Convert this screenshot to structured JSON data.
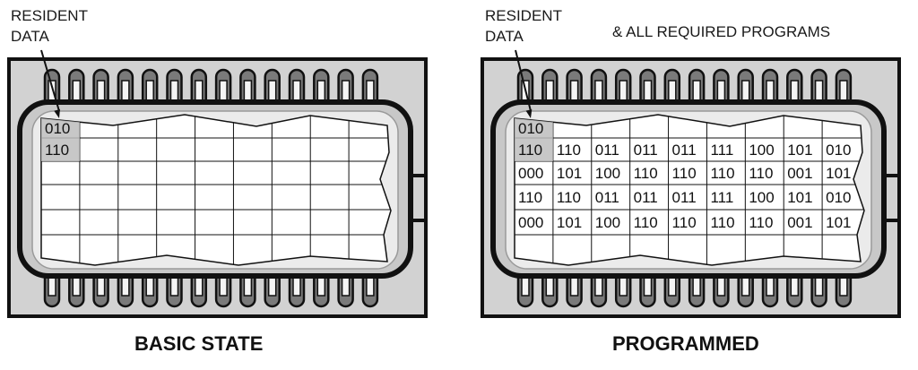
{
  "panels": [
    {
      "id": "basic",
      "caption": "BASIC STATE",
      "resident_label": "RESIDENT\nDATA",
      "extra_label": "",
      "grid_rows": [
        [
          "010"
        ],
        [
          "110"
        ]
      ]
    },
    {
      "id": "programmed",
      "caption": "PROGRAMMED",
      "resident_label": "RESIDENT\nDATA",
      "extra_label": "& ALL REQUIRED PROGRAMS",
      "grid_rows": [
        [
          "010"
        ],
        [
          "110",
          "110",
          "011",
          "011",
          "011",
          "111",
          "100",
          "101",
          "010"
        ],
        [
          "000",
          "101",
          "100",
          "110",
          "110",
          "110",
          "110",
          "001",
          "101"
        ],
        [
          "110",
          "110",
          "011",
          "011",
          "011",
          "111",
          "100",
          "101",
          "010"
        ],
        [
          "000",
          "101",
          "100",
          "110",
          "110",
          "110",
          "110",
          "001",
          "101"
        ]
      ]
    }
  ],
  "colors": {
    "chip_fill": "#d2d2d2",
    "outline": "#111111",
    "grid_paper": "#ffffff",
    "resident_highlight": "#bdbdbd"
  },
  "pins_per_side": 14
}
